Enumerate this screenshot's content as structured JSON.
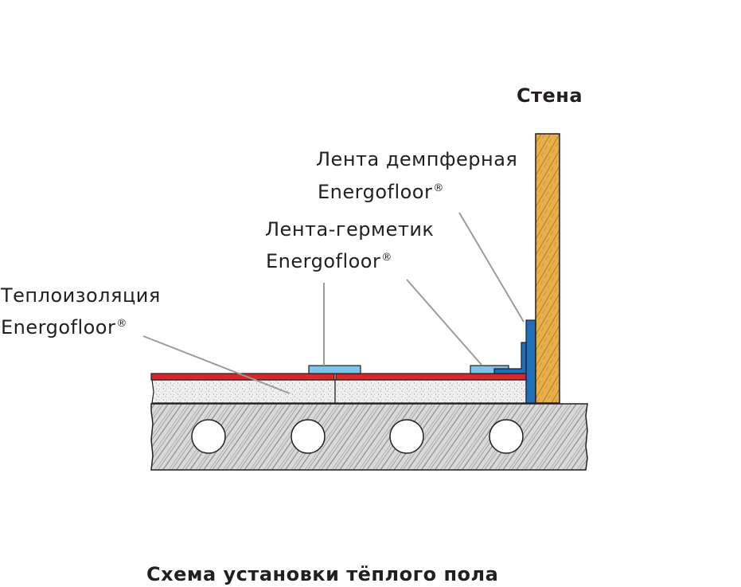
{
  "labels": {
    "wall": "Стена",
    "damper_tape": "Лента демпферная",
    "sealant_tape": "Лента-герметик",
    "insulation": "Теплоизоляция",
    "brand": "Energofloor",
    "reg_mark": "®"
  },
  "caption": "Схема установки тёплого пола",
  "colors": {
    "wall_wood": "#e8b04a",
    "damper_tape": "#1f6fb8",
    "sealant_tape": "#7cc4e8",
    "heating_film": "#d7262d",
    "insulation": "#eeeeee",
    "slab": "#d6d6d6",
    "leader_line": "#9b9b9b",
    "outline": "#231f20"
  }
}
